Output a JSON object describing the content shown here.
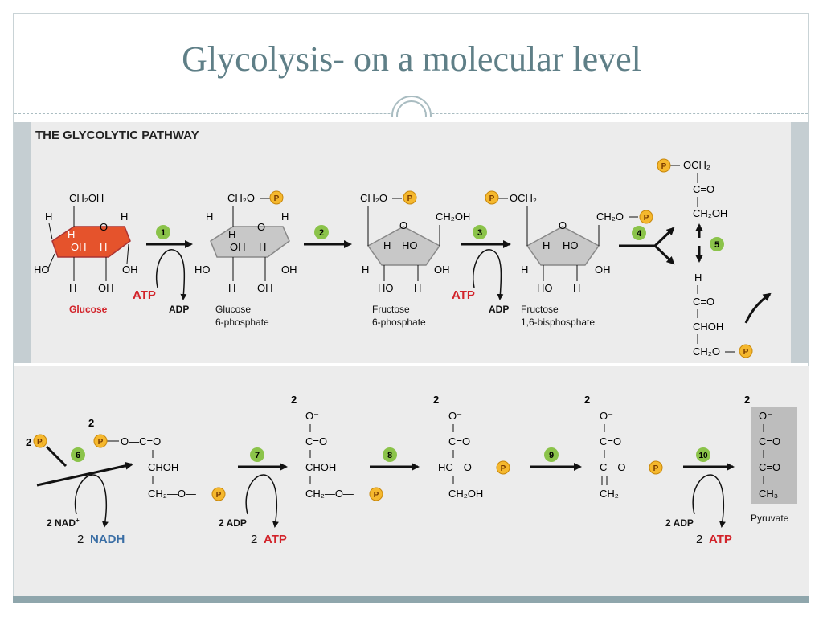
{
  "slide": {
    "title": "Glycolysis- on a molecular level"
  },
  "diagram": {
    "heading": "THE GLYCOLYTIC PATHWAY",
    "steps": [
      "1",
      "2",
      "3",
      "4",
      "5",
      "6",
      "7",
      "8",
      "9",
      "10"
    ],
    "colors": {
      "step_badge": "#8bc34a",
      "phosphate": "#f5b82e",
      "atp_red": "#d2232a",
      "nadh_blue": "#3a6ea5",
      "panel_bg": "#ececec",
      "glucose_ring": "#e5532c",
      "ring_gray": "#c8c8c8"
    },
    "molecules": {
      "glucose": "Glucose",
      "g6p_1": "Glucose",
      "g6p_2": "6-phosphate",
      "f6p_1": "Fructose",
      "f6p_2": "6-phosphate",
      "f16bp_1": "Fructose",
      "f16bp_2": "1,6-bisphosphate",
      "pyruvate": "Pyruvate"
    },
    "cofactors": {
      "atp1": "ATP",
      "adp1": "ADP",
      "atp3": "ATP",
      "adp3": "ADP",
      "pi_count": "2",
      "nad": "2 NAD",
      "nadh_count": "2",
      "nadh": "NADH",
      "adp7": "2 ADP",
      "atp7_count": "2",
      "atp7": "ATP",
      "adp10": "2 ADP",
      "atp10_count": "2",
      "atp10": "ATP"
    },
    "multipliers": [
      "2",
      "2",
      "2",
      "2",
      "2"
    ]
  }
}
